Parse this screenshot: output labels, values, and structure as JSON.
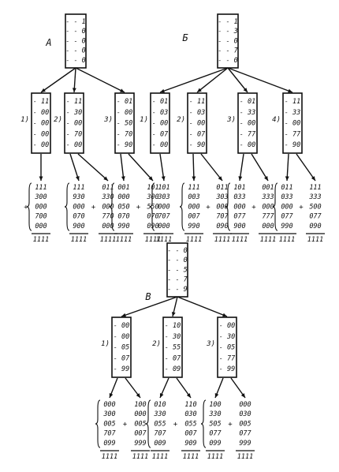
{
  "panels": [
    {
      "label": "А",
      "root": [
        "- - 1",
        "- - 0",
        "- - 0",
        "- - 0",
        "- - 0"
      ],
      "children": [
        {
          "num": "1)",
          "vals": [
            "- 11",
            "- 00",
            "- 00",
            "- 00",
            "- 00"
          ],
          "results": [
            [
              "111",
              "300",
              "000",
              "700",
              "000"
            ]
          ],
          "plus": []
        },
        {
          "num": "2)",
          "vals": [
            "- 11",
            "- 30",
            "- 00",
            "- 70",
            "- 00"
          ],
          "results": [
            [
              "111",
              "930",
              "000",
              "070",
              "900"
            ],
            [
              "011",
              "330",
              "000",
              "770",
              "000"
            ]
          ],
          "plus": [
            "+"
          ]
        },
        {
          "num": "3)",
          "vals": [
            "- 01",
            "- 00",
            "- 50",
            "- 70",
            "- 90"
          ],
          "results": [
            [
              "001",
              "000",
              "050",
              "070",
              "990"
            ],
            [
              "101",
              "300",
              "550",
              "070",
              "090"
            ]
          ],
          "plus": [
            "+"
          ]
        }
      ]
    },
    {
      "label": "Б",
      "root": [
        "- - 1",
        "- - 3",
        "- - 0",
        "- - 7",
        "- - 0"
      ],
      "children": [
        {
          "num": "1)",
          "vals": [
            "- 01",
            "- 03",
            "- 00",
            "- 07",
            "- 00"
          ],
          "results": [
            [
              "101",
              "303",
              "000",
              "707",
              "000"
            ]
          ],
          "plus": []
        },
        {
          "num": "2)",
          "vals": [
            "- 11",
            "- 03",
            "- 00",
            "- 07",
            "- 90"
          ],
          "results": [
            [
              "111",
              "003",
              "000",
              "007",
              "990"
            ],
            [
              "011",
              "303",
              "000",
              "707",
              "090"
            ]
          ],
          "plus": [
            "+"
          ]
        },
        {
          "num": "3)",
          "vals": [
            "- 01",
            "- 33",
            "- 00",
            "- 77",
            "- 00"
          ],
          "results": [
            [
              "101",
              "033",
              "000",
              "077",
              "900"
            ],
            [
              "001",
              "333",
              "000",
              "777",
              "000"
            ]
          ],
          "plus": [
            "+"
          ]
        },
        {
          "num": "4)",
          "vals": [
            "- 11",
            "- 33",
            "- 00",
            "- 77",
            "- 90"
          ],
          "results": [
            [
              "011",
              "033",
              "000",
              "077",
              "990"
            ],
            [
              "111",
              "333",
              "500",
              "077",
              "090"
            ]
          ],
          "plus": [
            "+"
          ]
        }
      ]
    },
    {
      "label": "В",
      "root": [
        "- - 0",
        "- - 0",
        "- - 5",
        "- - 7",
        "- - 9"
      ],
      "children": [
        {
          "num": "1)",
          "vals": [
            "- 00",
            "- 00",
            "- 05",
            "- 07",
            "- 99"
          ],
          "results": [
            [
              "000",
              "300",
              "005",
              "707",
              "099"
            ],
            [
              "100",
              "000",
              "005",
              "007",
              "999"
            ]
          ],
          "plus": [
            "+"
          ]
        },
        {
          "num": "2)",
          "vals": [
            "- 10",
            "- 30",
            "- 55",
            "- 07",
            "- 09"
          ],
          "results": [
            [
              "010",
              "330",
              "055",
              "707",
              "009"
            ],
            [
              "110",
              "030",
              "055",
              "007",
              "909"
            ]
          ],
          "plus": [
            "+"
          ]
        },
        {
          "num": "3)",
          "vals": [
            "- 00",
            "- 30",
            "- 05",
            "- 77",
            "- 99"
          ],
          "results": [
            [
              "100",
              "330",
              "505",
              "077",
              "099"
            ],
            [
              "000",
              "030",
              "005",
              "077",
              "999"
            ]
          ],
          "plus": [
            "+"
          ]
        }
      ]
    }
  ],
  "total_label": "1111",
  "leading_plus": "+"
}
